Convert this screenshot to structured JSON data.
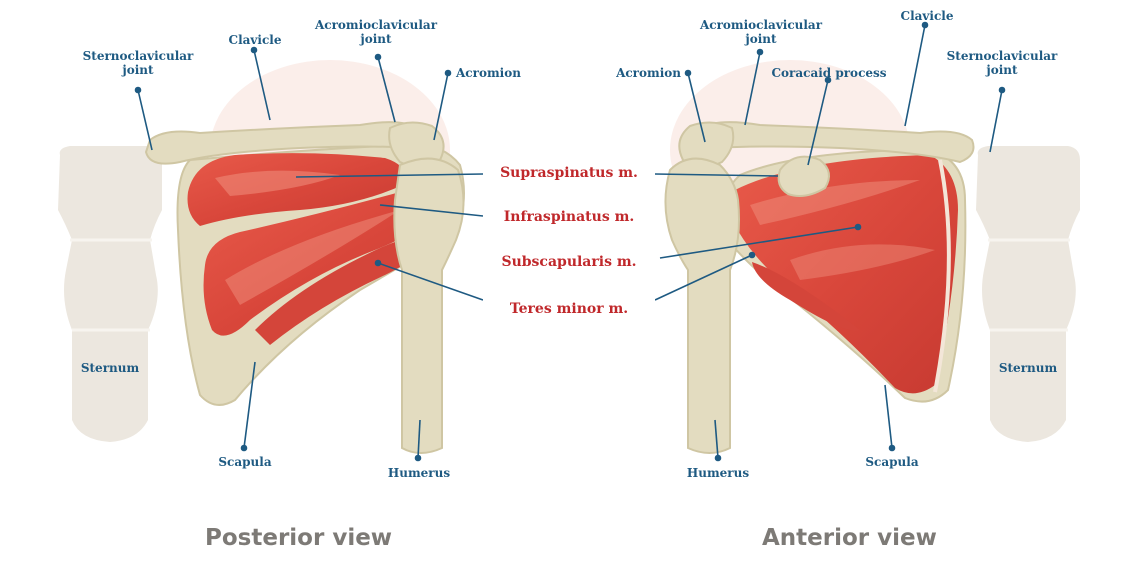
{
  "colors": {
    "bone": "#e3dcc0",
    "bone_shadow": "#cfc6a3",
    "muscle": "#dc4a3e",
    "muscle_light": "#f0907e",
    "ghost_bone": "#ece7df",
    "label_blue": "#1e5a82",
    "muscle_label_red": "#c0282b",
    "view_gray": "#7d7a76"
  },
  "muscles": {
    "supraspinatus": "Supraspinatus m.",
    "infraspinatus": "Infraspinatus m.",
    "subscapularis": "Subscapularis m.",
    "teres_minor": "Teres minor m."
  },
  "posterior": {
    "title": "Posterior view",
    "sternoclavicular": "Sternoclavicular joint",
    "clavicle": "Clavicle",
    "acromioclavicular": "Acromioclavicular joint",
    "acromion": "Acromion",
    "sternum": "Sternum",
    "scapula": "Scapula",
    "humerus": "Humerus"
  },
  "anterior": {
    "title": "Anterior view",
    "acromioclavicular": "Acromioclavicular joint",
    "clavicle": "Clavicle",
    "acromion": "Acromion",
    "coracoid": "Coracaid process",
    "sternoclavicular": "Sternoclavicular joint",
    "sternum": "Sternum",
    "scapula": "Scapula",
    "humerus": "Humerus"
  }
}
